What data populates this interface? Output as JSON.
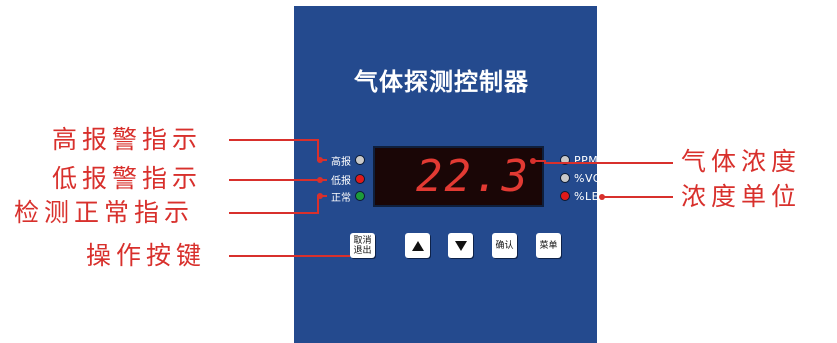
{
  "panel": {
    "title": "气体探测控制器",
    "background_color": "#244a8e"
  },
  "display": {
    "value": "22.3",
    "digit_color": "#e23a33"
  },
  "status_indicators": [
    {
      "label": "高报",
      "led_color": "#c9c9c9"
    },
    {
      "label": "低报",
      "led_color": "#e01a1a"
    },
    {
      "label": "正常",
      "led_color": "#1d9b3a"
    }
  ],
  "unit_indicators": [
    {
      "label": "PPM",
      "led_color": "#c9c9c9"
    },
    {
      "label": "%VOL",
      "led_color": "#c9c9c9"
    },
    {
      "label": "%LEL",
      "led_color": "#e01a1a"
    }
  ],
  "keys": {
    "cancel_top": "取消",
    "cancel_bottom": "退出",
    "up_icon": "up-arrow",
    "down_icon": "down-arrow",
    "confirm": "确认",
    "menu": "菜单"
  },
  "callouts": {
    "high_alarm": "高报警指示",
    "low_alarm": "低报警指示",
    "normal": "检测正常指示",
    "keys": "操作按键",
    "concentration": "气体浓度",
    "unit": "浓度单位",
    "color": "#d8302c"
  }
}
